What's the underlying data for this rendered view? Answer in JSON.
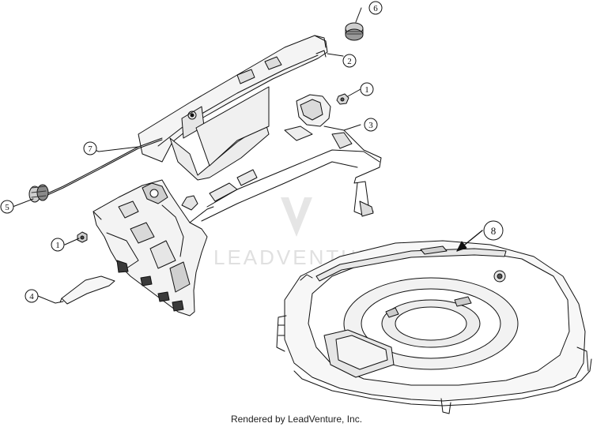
{
  "callouts": [
    {
      "id": "callout-1-upper",
      "label": "1"
    },
    {
      "id": "callout-1-lower",
      "label": "1"
    },
    {
      "id": "callout-2",
      "label": "2"
    },
    {
      "id": "callout-3",
      "label": "3"
    },
    {
      "id": "callout-4",
      "label": "4"
    },
    {
      "id": "callout-5",
      "label": "5"
    },
    {
      "id": "callout-6",
      "label": "6"
    },
    {
      "id": "callout-7",
      "label": "7"
    },
    {
      "id": "callout-8",
      "label": "8"
    }
  ],
  "watermark": {
    "text": "LEADVENTURE",
    "color": "#d9d9d9"
  },
  "footer": {
    "credit": "Rendered by LeadVenture, Inc."
  },
  "colors": {
    "line": "#111111",
    "fill_light": "#f4f4f4",
    "fill_mid": "#cfcfcf",
    "fill_dark": "#3a3a3a"
  }
}
